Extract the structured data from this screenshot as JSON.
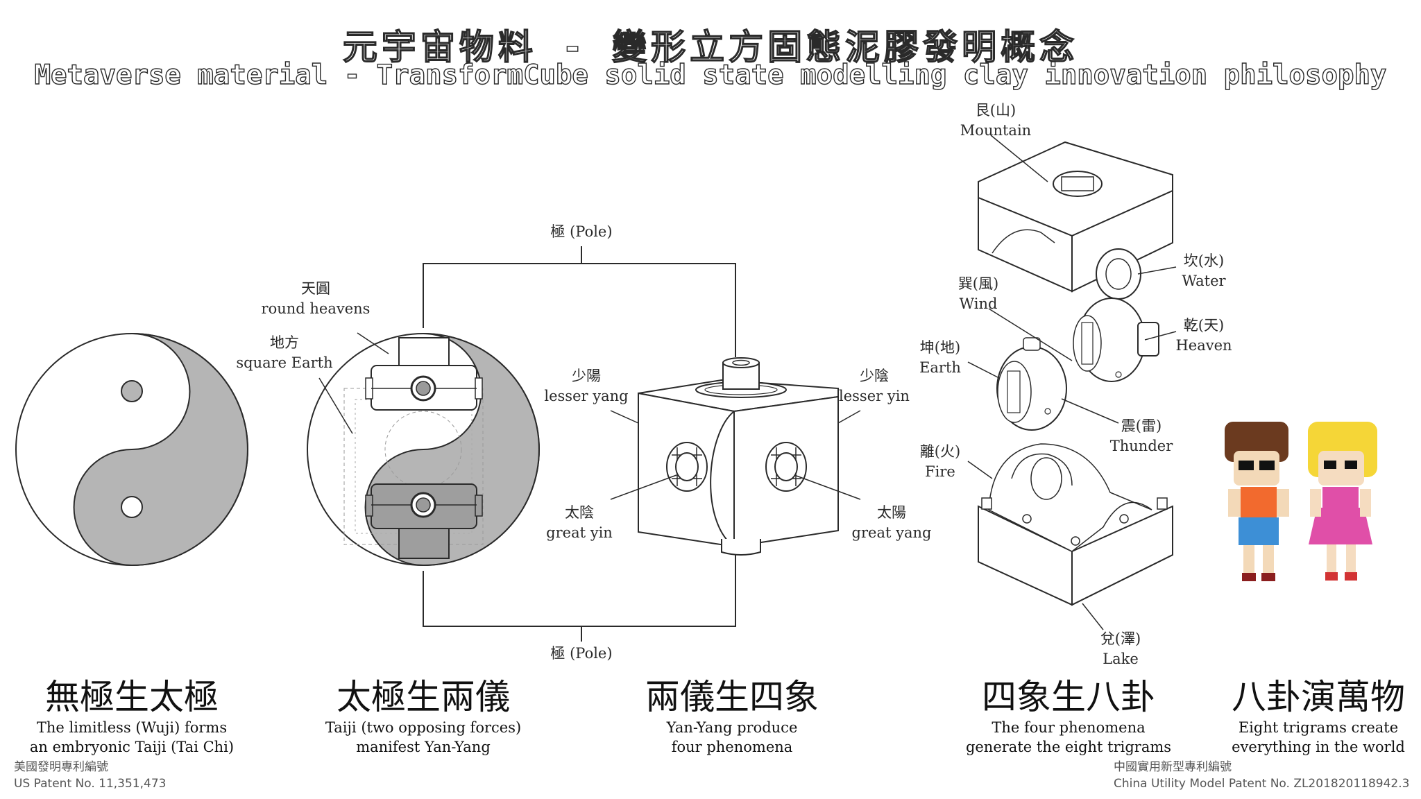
{
  "title": {
    "zh": "元宇宙物料 - 變形立方固態泥膠發明概念",
    "en": "Metaverse material - TransformCube solid state modelling clay innovation philosophy"
  },
  "labels": {
    "pole_top": "極 (Pole)",
    "pole_bottom": "極 (Pole)",
    "round_heavens": {
      "zh": "天圓",
      "en": "round heavens"
    },
    "square_earth": {
      "zh": "地方",
      "en": "square Earth"
    },
    "lesser_yang": {
      "zh": "少陽",
      "en": "lesser yang"
    },
    "lesser_yin": {
      "zh": "少陰",
      "en": "lesser yin"
    },
    "great_yin": {
      "zh": "太陰",
      "en": "great yin"
    },
    "great_yang": {
      "zh": "太陽",
      "en": "great yang"
    },
    "mountain": {
      "zh": "艮(山)",
      "en": "Mountain"
    },
    "water": {
      "zh": "坎(水)",
      "en": "Water"
    },
    "wind": {
      "zh": "巽(風)",
      "en": "Wind"
    },
    "heaven": {
      "zh": "乾(天)",
      "en": "Heaven"
    },
    "earth": {
      "zh": "坤(地)",
      "en": "Earth"
    },
    "thunder": {
      "zh": "震(雷)",
      "en": "Thunder"
    },
    "fire": {
      "zh": "離(火)",
      "en": "Fire"
    },
    "lake": {
      "zh": "兌(澤)",
      "en": "Lake"
    }
  },
  "captions": [
    {
      "zh": "無極生太極",
      "en1": "The limitless (Wuji) forms",
      "en2": "an embryonic Taiji (Tai Chi)"
    },
    {
      "zh": "太極生兩儀",
      "en1": "Taiji (two opposing forces)",
      "en2": "manifest Yan-Yang"
    },
    {
      "zh": "兩儀生四象",
      "en1": "Yan-Yang produce",
      "en2": "four phenomena"
    },
    {
      "zh": "四象生八卦",
      "en1": "The four phenomena",
      "en2": "generate the eight trigrams"
    },
    {
      "zh": "八卦演萬物",
      "en1": "Eight trigrams create",
      "en2": "everything in the world"
    }
  ],
  "patents": {
    "us_zh": "美國發明專利編號",
    "us_en": "US Patent No. 11,351,473",
    "cn_zh": "中國實用新型專利編號",
    "cn_en": "China Utility Model Patent No. ZL201820118942.3"
  },
  "colors": {
    "shade": "#b5b5b5",
    "line": "#2a2a2a",
    "boy_hair": "#6b3a1f",
    "boy_shirt": "#f26a2e",
    "boy_pants": "#3d8fd6",
    "girl_hair": "#f5d637",
    "girl_dress": "#e04fa8"
  }
}
